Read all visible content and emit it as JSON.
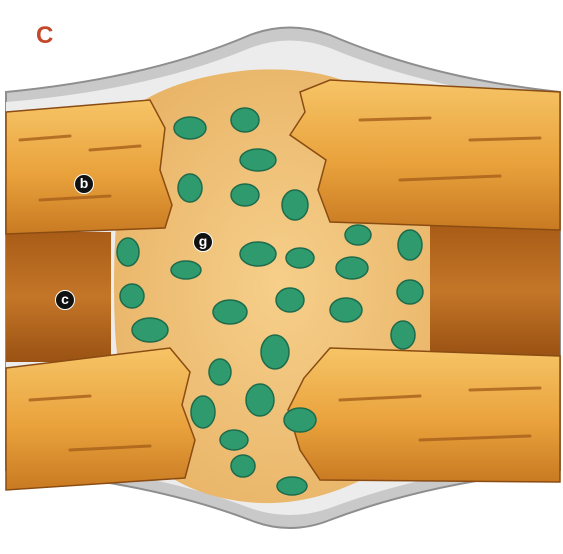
{
  "panel_label": "C",
  "labels": {
    "b": "b",
    "c": "c",
    "g": "g"
  },
  "colors": {
    "panel_label": "#c4472a",
    "bone_light": "#f2b552",
    "bone_mid": "#dd8f2c",
    "bone_dark": "#9a5516",
    "marrow": "#b86a1e",
    "callus": "#f0c47c",
    "cartilage_island": "#2e9a6e",
    "periosteum": "#b9b9b9"
  }
}
